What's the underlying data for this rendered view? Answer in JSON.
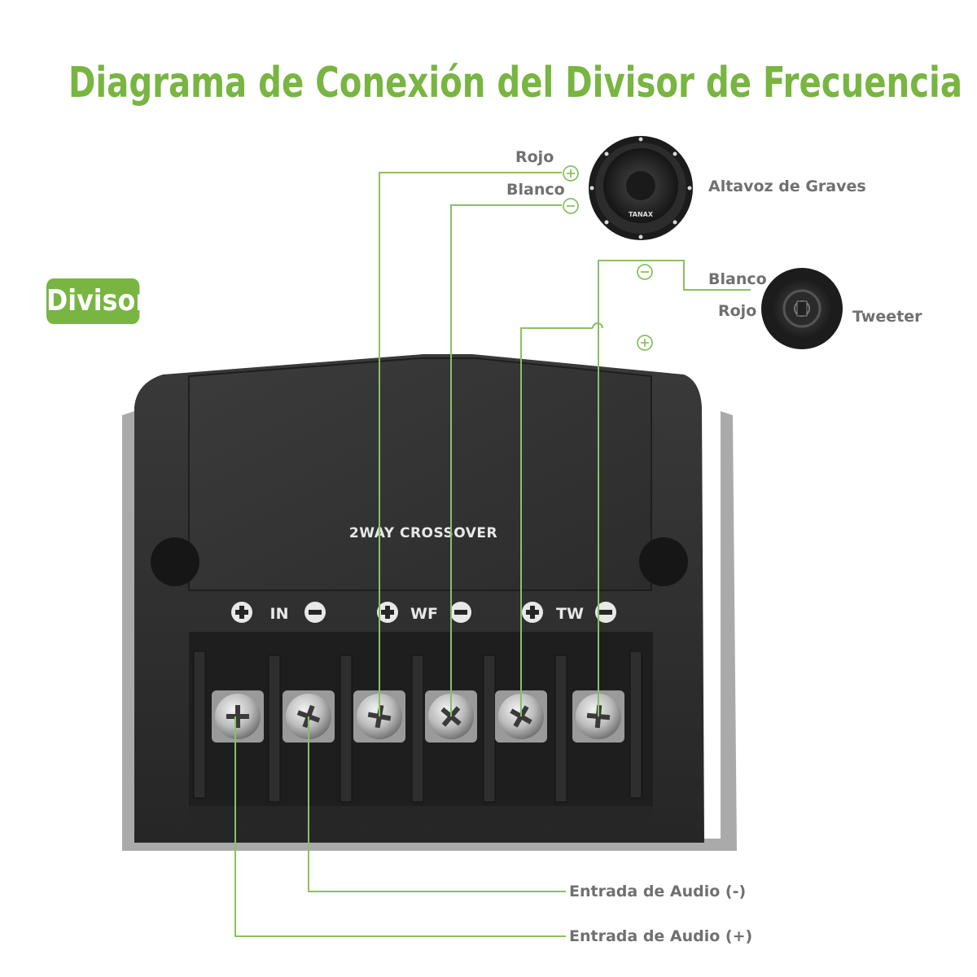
{
  "title": "Diagrama de Conexión del Divisor de Frecuencia",
  "badge": "Divisor",
  "speakers": {
    "woofer": {
      "name": "Altavoz de Graves",
      "brand": "TANAX",
      "wire_pos": "Rojo",
      "wire_neg": "Blanco"
    },
    "tweeter": {
      "name": "Tweeter",
      "wire_neg": "Blanco",
      "wire_pos": "Rojo"
    }
  },
  "crossover": {
    "label": "2WAY CROSSOVER",
    "groups": [
      "IN",
      "WF",
      "TW"
    ]
  },
  "inputs": {
    "neg": "Entrada de Audio (-)",
    "pos": "Entrada de Audio (+)"
  },
  "colors": {
    "accent": "#78b541",
    "wire": "#8cc063",
    "label": "#707070",
    "device": "#2b2b2b"
  }
}
